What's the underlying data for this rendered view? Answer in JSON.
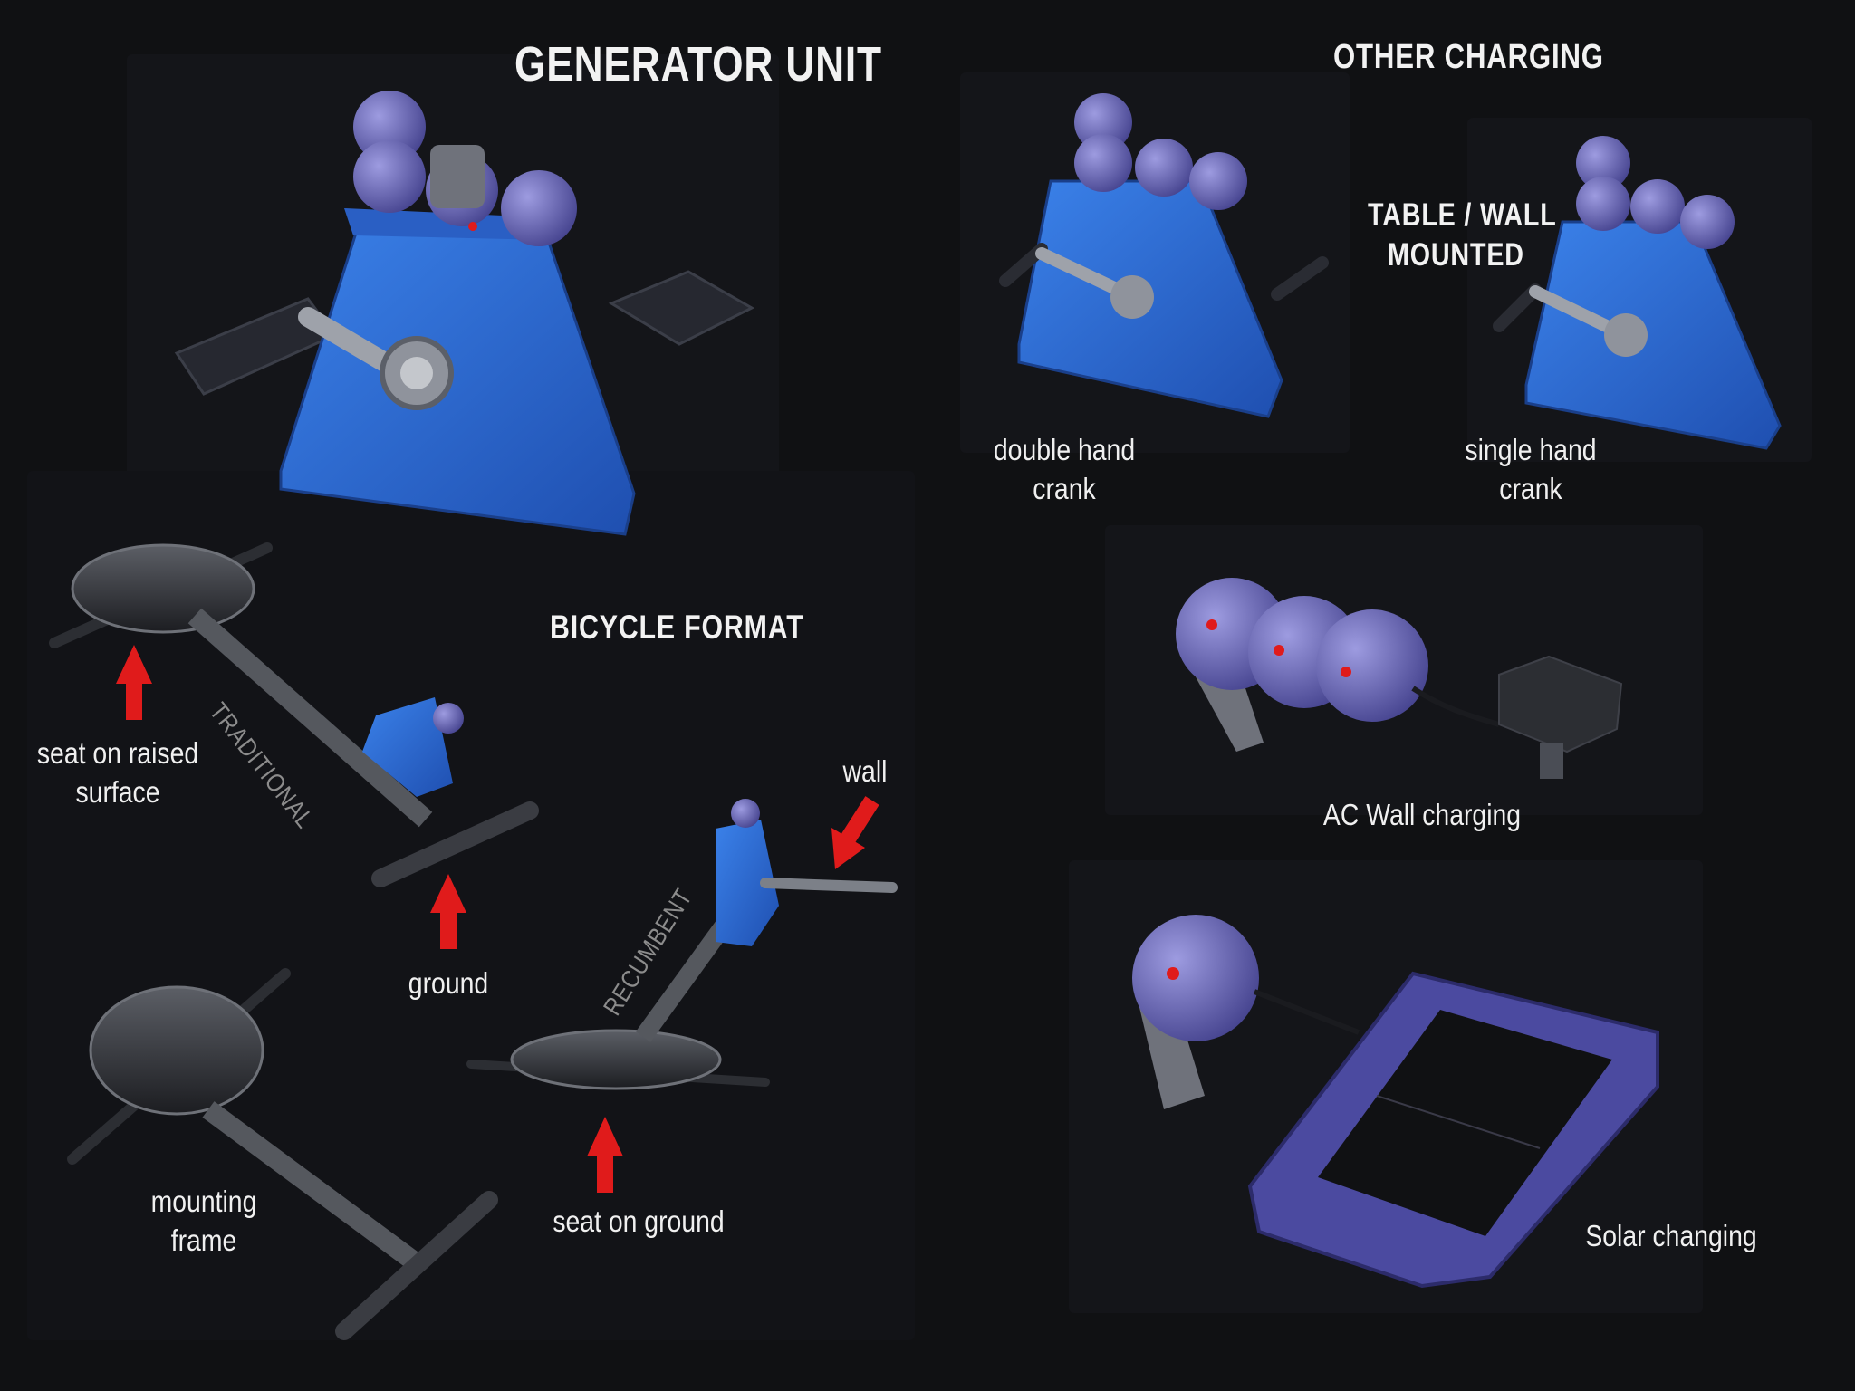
{
  "headings": {
    "generator_unit": "GENERATOR UNIT",
    "other_charging": "OTHER CHARGING",
    "bicycle_format": "BICYCLE FORMAT",
    "table_wall_line1": "TABLE / WALL",
    "table_wall_line2": "MOUNTED"
  },
  "labels": {
    "double_hand_line1": "double hand",
    "double_hand_line2": "crank",
    "single_hand_line1": "single hand",
    "single_hand_line2": "crank",
    "ac_wall": "AC Wall charging",
    "solar": "Solar changing",
    "seat_raised_line1": "seat on raised",
    "seat_raised_line2": "surface",
    "ground": "ground",
    "wall": "wall",
    "seat_ground": "seat on ground",
    "mounting_line1": "mounting",
    "mounting_line2": "frame",
    "traditional": "TRADITIONAL",
    "recumbent": "RECUMBENT"
  },
  "colors": {
    "background": "#101113",
    "generator_blue": "#2f6fd6",
    "module_purple": "#5a5aa8",
    "arrow_red": "#e01b1b",
    "frame_grey": "#55585e"
  }
}
